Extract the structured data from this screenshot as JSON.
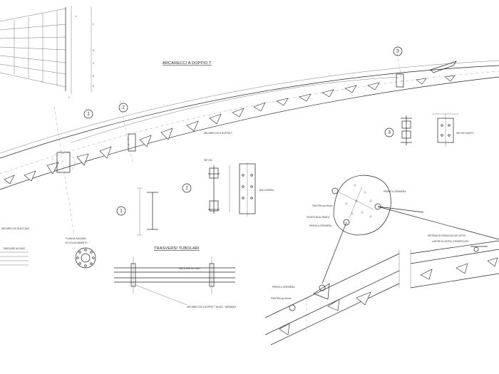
{
  "titles": {
    "arcarecci": "ARCARECCI A DOPPIO T",
    "trasversi": "TRASVERSI TUBOLARI"
  },
  "section_marks": [
    "1",
    "2",
    "3"
  ],
  "labels": {
    "inp_1": "INP 200 GIUNTO",
    "inp_2": "INP 200",
    "bulloneria": "BULLONERIA",
    "flangia": "FLANGIA SALDATA",
    "flangia_2": "DI COLLEGAMENTO",
    "tubolare": "TUBOLARE ACCIAIO",
    "arcareccio": "ARCARECCIO A DOPPIO T IN ACC. VARIABILE",
    "piastra": "PIASTRA sp=20mm",
    "giunto": "GIUNTO BULLONATO",
    "perno": "PERNO A CERNIERA",
    "perno_2": "PERNO A CERNIERA",
    "perno_3": "PERNO A CERNIERA",
    "piastra_2": "PIASTRA sp=20mm",
    "sistema": "SISTEMA DI FISSAGGIO DEI VETRI",
    "lastre": "LASTRE IN VETRO STRATIFICATO",
    "left_note_1": "ARCARECCIO IN ACCIAIO",
    "left_note_2": "TUBOLARE ACCIAIO",
    "beam_note": "ARCARECCIO A DOPPIO T"
  },
  "colors": {
    "line": "#222222",
    "background": "#ffffff"
  }
}
